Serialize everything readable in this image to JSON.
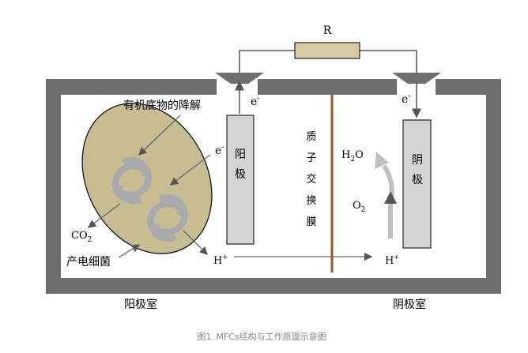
{
  "diagram": {
    "resistor_label": "R",
    "electron_left": "e",
    "electron_right": "e",
    "electron_sup": "-",
    "anode_label": "阳极",
    "cathode_label": "阴极",
    "membrane_label": "质子交换膜",
    "organic_label": "有机底物的降解",
    "bacteria_label": "产电细菌",
    "co2": "CO",
    "co2_sub": "2",
    "electron_bacteria": "e",
    "h_left": "H",
    "h_right": "H",
    "h_sup": "+",
    "water_h": "H",
    "water_sub": "2",
    "water_o": "O",
    "o2": "O",
    "o2_sub": "2",
    "anode_chamber": "阳极室",
    "cathode_chamber": "阴极室"
  },
  "caption": {
    "number": "图1",
    "text": "MFCs结构与工作原理示意图"
  },
  "colors": {
    "wall": "#6e6e6e",
    "electrode": "#d4d4d4",
    "resistor": "#d7caa2",
    "bacteria_fill": "#c8bc92",
    "membrane": "#9a5a22",
    "cycle_arrow": "#a8aaad"
  }
}
